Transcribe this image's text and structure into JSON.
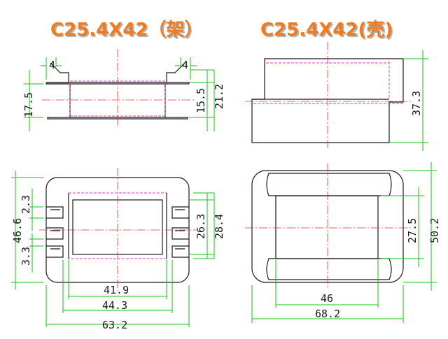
{
  "titles": {
    "frame": "C25.4X42",
    "frame_suffix": "（架）",
    "shell": "C25.4X42",
    "shell_suffix": "(壳)"
  },
  "dims": {
    "frame_top_left_tab": "4",
    "frame_top_right_tab": "4",
    "frame_height": "17.5",
    "frame_inner_h": "15.5",
    "frame_outer_h": "21.2",
    "shell_height": "37.3",
    "frame_plan_depth": "46.6",
    "frame_pin_a": "2.3",
    "frame_pin_b": "3.3",
    "frame_win_inner": "26.3",
    "frame_win_outer": "28.4",
    "frame_w1": "41.9",
    "frame_w2": "44.3",
    "frame_w3": "63.2",
    "shell_win": "27.5",
    "shell_depth": "50.2",
    "shell_win_w": "46",
    "shell_w": "68.2"
  }
}
